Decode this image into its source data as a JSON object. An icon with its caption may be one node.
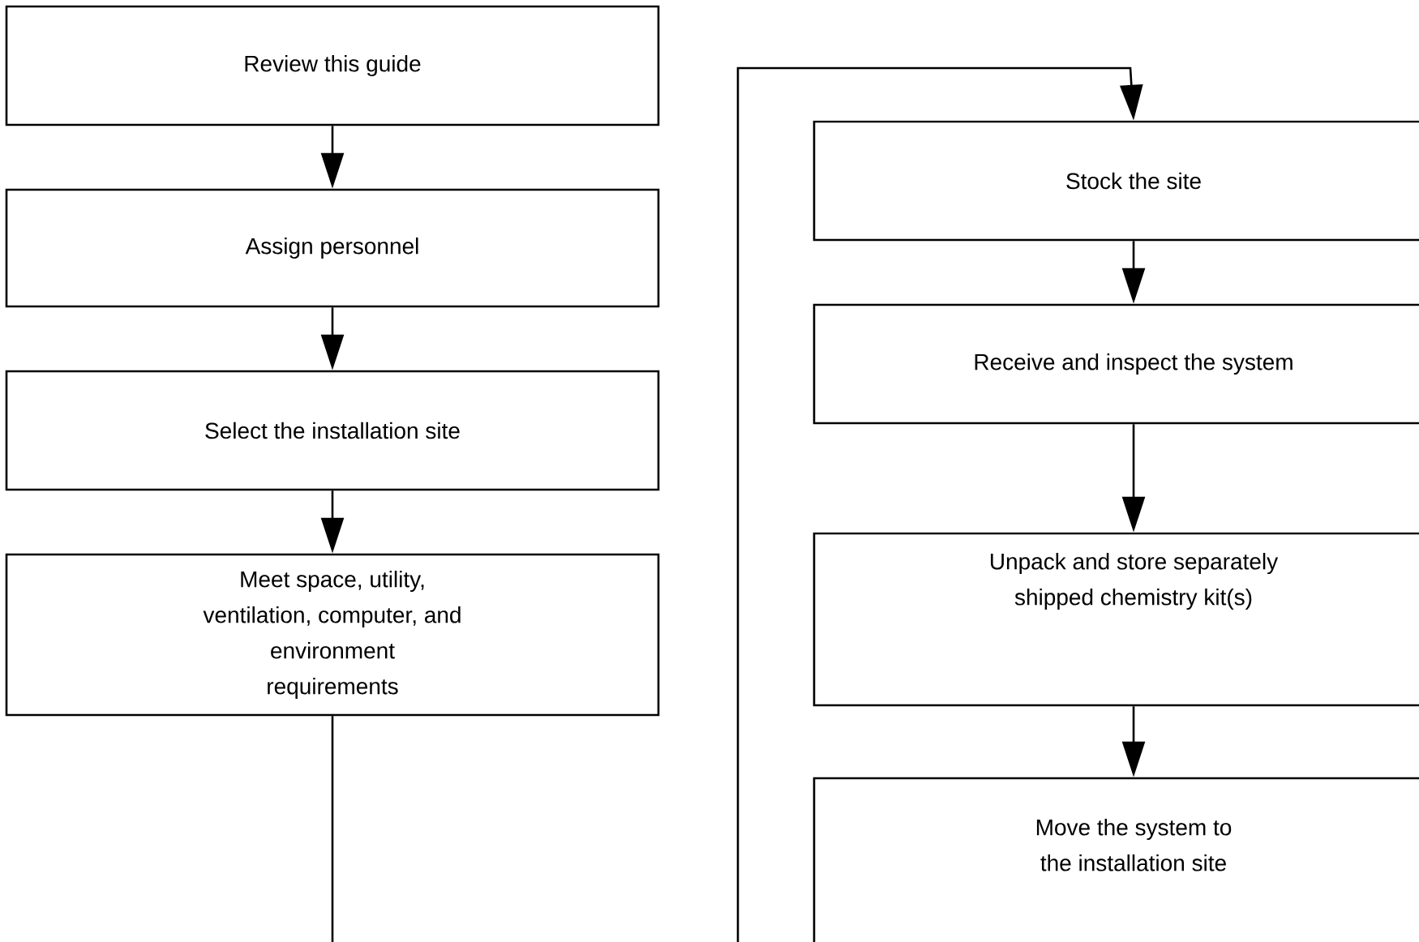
{
  "diagram": {
    "nodes": [
      {
        "text": [
          "Review this guide"
        ]
      },
      {
        "text": [
          "Assign personnel"
        ]
      },
      {
        "text": [
          "Select the installation site"
        ]
      },
      {
        "text": [
          "Meet space, utility, ventilation, computer, and environment requirements"
        ]
      },
      {
        "text": [
          "Stock the site"
        ]
      },
      {
        "text": [
          "Receive and inspect the system"
        ]
      },
      {
        "text": [
          "Unpack and store separately shipped chemistry kit(s)"
        ]
      },
      {
        "text": [
          "Move the system to the installation site"
        ]
      }
    ],
    "edges": [
      {
        "from": 0,
        "to": 1,
        "arrow": "to"
      },
      {
        "from": 1,
        "to": 2,
        "arrow": "to"
      },
      {
        "from": 2,
        "to": 3,
        "arrow": "to"
      },
      {
        "from": 3,
        "to": 4,
        "arrow": "to"
      },
      {
        "from": 4,
        "to": 5,
        "arrow": "to"
      },
      {
        "from": 5,
        "to": 6,
        "arrow": "to"
      },
      {
        "from": 6,
        "to": 7,
        "arrow": "to"
      }
    ]
  }
}
